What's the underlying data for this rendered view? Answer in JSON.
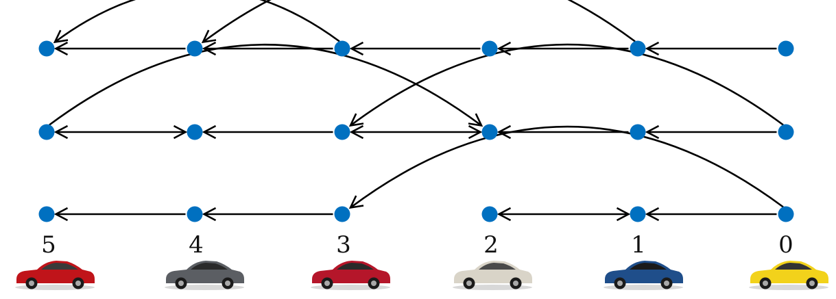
{
  "colors": {
    "node": "#0070c0",
    "edge": "#000000",
    "background": "#ffffff"
  },
  "nodes": [
    {
      "label": "5",
      "car": {
        "name": "red-sedan-icon",
        "body": "#c0141a",
        "window": "#3a3a3a"
      }
    },
    {
      "label": "4",
      "car": {
        "name": "gray-hatchback-icon",
        "body": "#5b5e63",
        "window": "#2a2a2a"
      }
    },
    {
      "label": "3",
      "car": {
        "name": "red-hatchback-icon",
        "body": "#b5162a",
        "window": "#2a2a2a"
      }
    },
    {
      "label": "2",
      "car": {
        "name": "silver-hatchback-icon",
        "body": "#d9d4c8",
        "window": "#4a4a4a"
      }
    },
    {
      "label": "1",
      "car": {
        "name": "blue-suv-icon",
        "body": "#1f4e8a",
        "window": "#1a1a1a"
      }
    },
    {
      "label": "0",
      "car": {
        "name": "yellow-coupe-icon",
        "body": "#f2d21b",
        "window": "#333333"
      }
    }
  ],
  "rows": [
    {
      "name": "row-1",
      "edges": [
        {
          "from": 5,
          "to": 4,
          "type": "straight",
          "heads": "start"
        },
        {
          "from": 4,
          "to": 3,
          "type": "straight",
          "heads": "start"
        },
        {
          "from": 3,
          "to": 2,
          "type": "straight",
          "heads": "start"
        },
        {
          "from": 2,
          "to": 1,
          "type": "straight",
          "heads": "start"
        },
        {
          "from": 1,
          "to": 0,
          "type": "straight",
          "heads": "start"
        },
        {
          "from": 3,
          "to": 5,
          "type": "arc",
          "heads": "end"
        },
        {
          "from": 1,
          "to": 4,
          "type": "arc",
          "heads": "end"
        }
      ]
    },
    {
      "name": "row-2",
      "edges": [
        {
          "from": 5,
          "to": 4,
          "type": "straight",
          "heads": "both"
        },
        {
          "from": 4,
          "to": 3,
          "type": "straight",
          "heads": "start"
        },
        {
          "from": 3,
          "to": 2,
          "type": "straight",
          "heads": "both"
        },
        {
          "from": 2,
          "to": 1,
          "type": "straight",
          "heads": "start"
        },
        {
          "from": 1,
          "to": 0,
          "type": "straight",
          "heads": "start"
        },
        {
          "from": 5,
          "to": 2,
          "type": "arc",
          "heads": "end"
        },
        {
          "from": 0,
          "to": 3,
          "type": "arc",
          "heads": "end"
        }
      ]
    },
    {
      "name": "row-3",
      "edges": [
        {
          "from": 5,
          "to": 4,
          "type": "straight",
          "heads": "start"
        },
        {
          "from": 4,
          "to": 3,
          "type": "straight",
          "heads": "start"
        },
        {
          "from": 2,
          "to": 1,
          "type": "straight",
          "heads": "both"
        },
        {
          "from": 1,
          "to": 0,
          "type": "straight",
          "heads": "start"
        },
        {
          "from": 0,
          "to": 3,
          "type": "arc",
          "heads": "end"
        }
      ]
    }
  ]
}
